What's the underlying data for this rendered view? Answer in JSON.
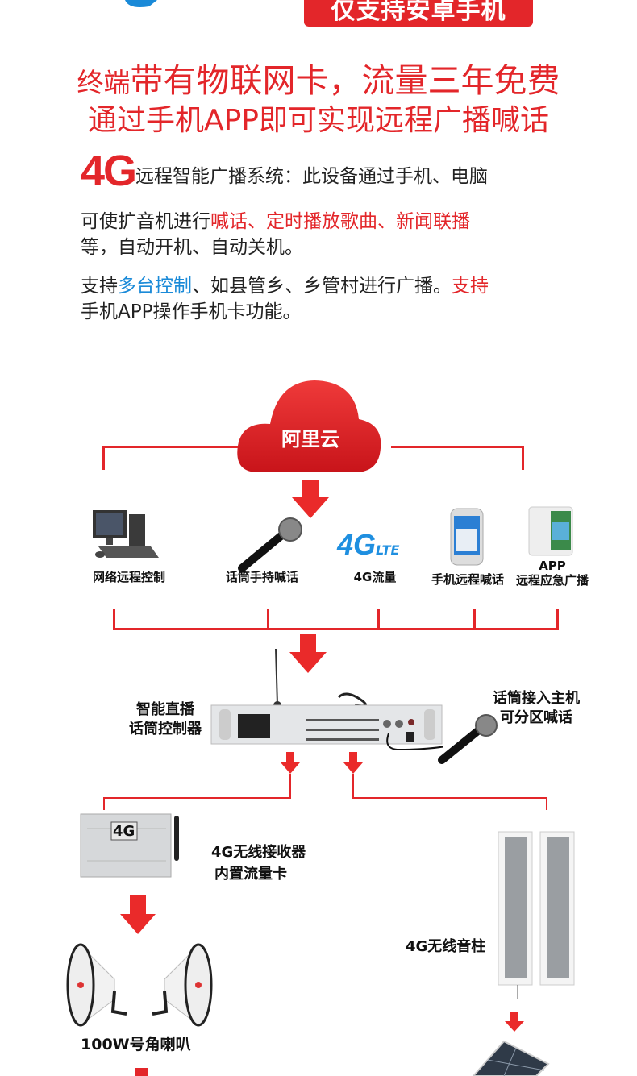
{
  "badge": "仅支持安卓手机",
  "headline": {
    "prefix": "终端",
    "main": "带有物联网卡，流量三年免费"
  },
  "subheadline": "通过手机APP即可实现远程广播喊话",
  "description": {
    "lead": "4G",
    "line1": "远程智能广播系统：此设备通过手机、电脑",
    "line2_black": "可使扩音机进行",
    "line2_red": "喊话、定时播放歌曲、新闻联播",
    "line3_red": "等，自动开机、自动关机。",
    "line4_black1": "支持",
    "line4_blue": "多台控制",
    "line4_black2": "、如县管乡、乡管村进行广播。",
    "line4_red": "支持",
    "line5_red": "手机APP操作手机卡功能。"
  },
  "cloud_label": "阿里云",
  "sources": [
    {
      "label": "网络远程控制",
      "icon": "computer-icon"
    },
    {
      "label": "话筒手持喊话",
      "icon": "microphone-icon"
    },
    {
      "label": "4G流量",
      "icon": "4g-lte-icon"
    },
    {
      "label": "手机远程喊话",
      "icon": "smartphone-icon"
    },
    {
      "label_top": "APP",
      "label": "远程应急广播",
      "icon": "smartphone-icon"
    }
  ],
  "lte_logo": {
    "big": "4G",
    "small": "LTE"
  },
  "controller": {
    "label_line1": "智能直播",
    "label_line2": "话筒控制器",
    "mic_line1": "话筒接入主机",
    "mic_line2": "可分区喊话"
  },
  "receiver": {
    "badge": "4G",
    "label_line1": "4G无线接收器",
    "label_line2": "内置流量卡"
  },
  "horn_label": "100W号角喇叭",
  "column_label": "4G无线音柱",
  "colors": {
    "red": "#e3262a",
    "blue": "#1a8ad8"
  }
}
